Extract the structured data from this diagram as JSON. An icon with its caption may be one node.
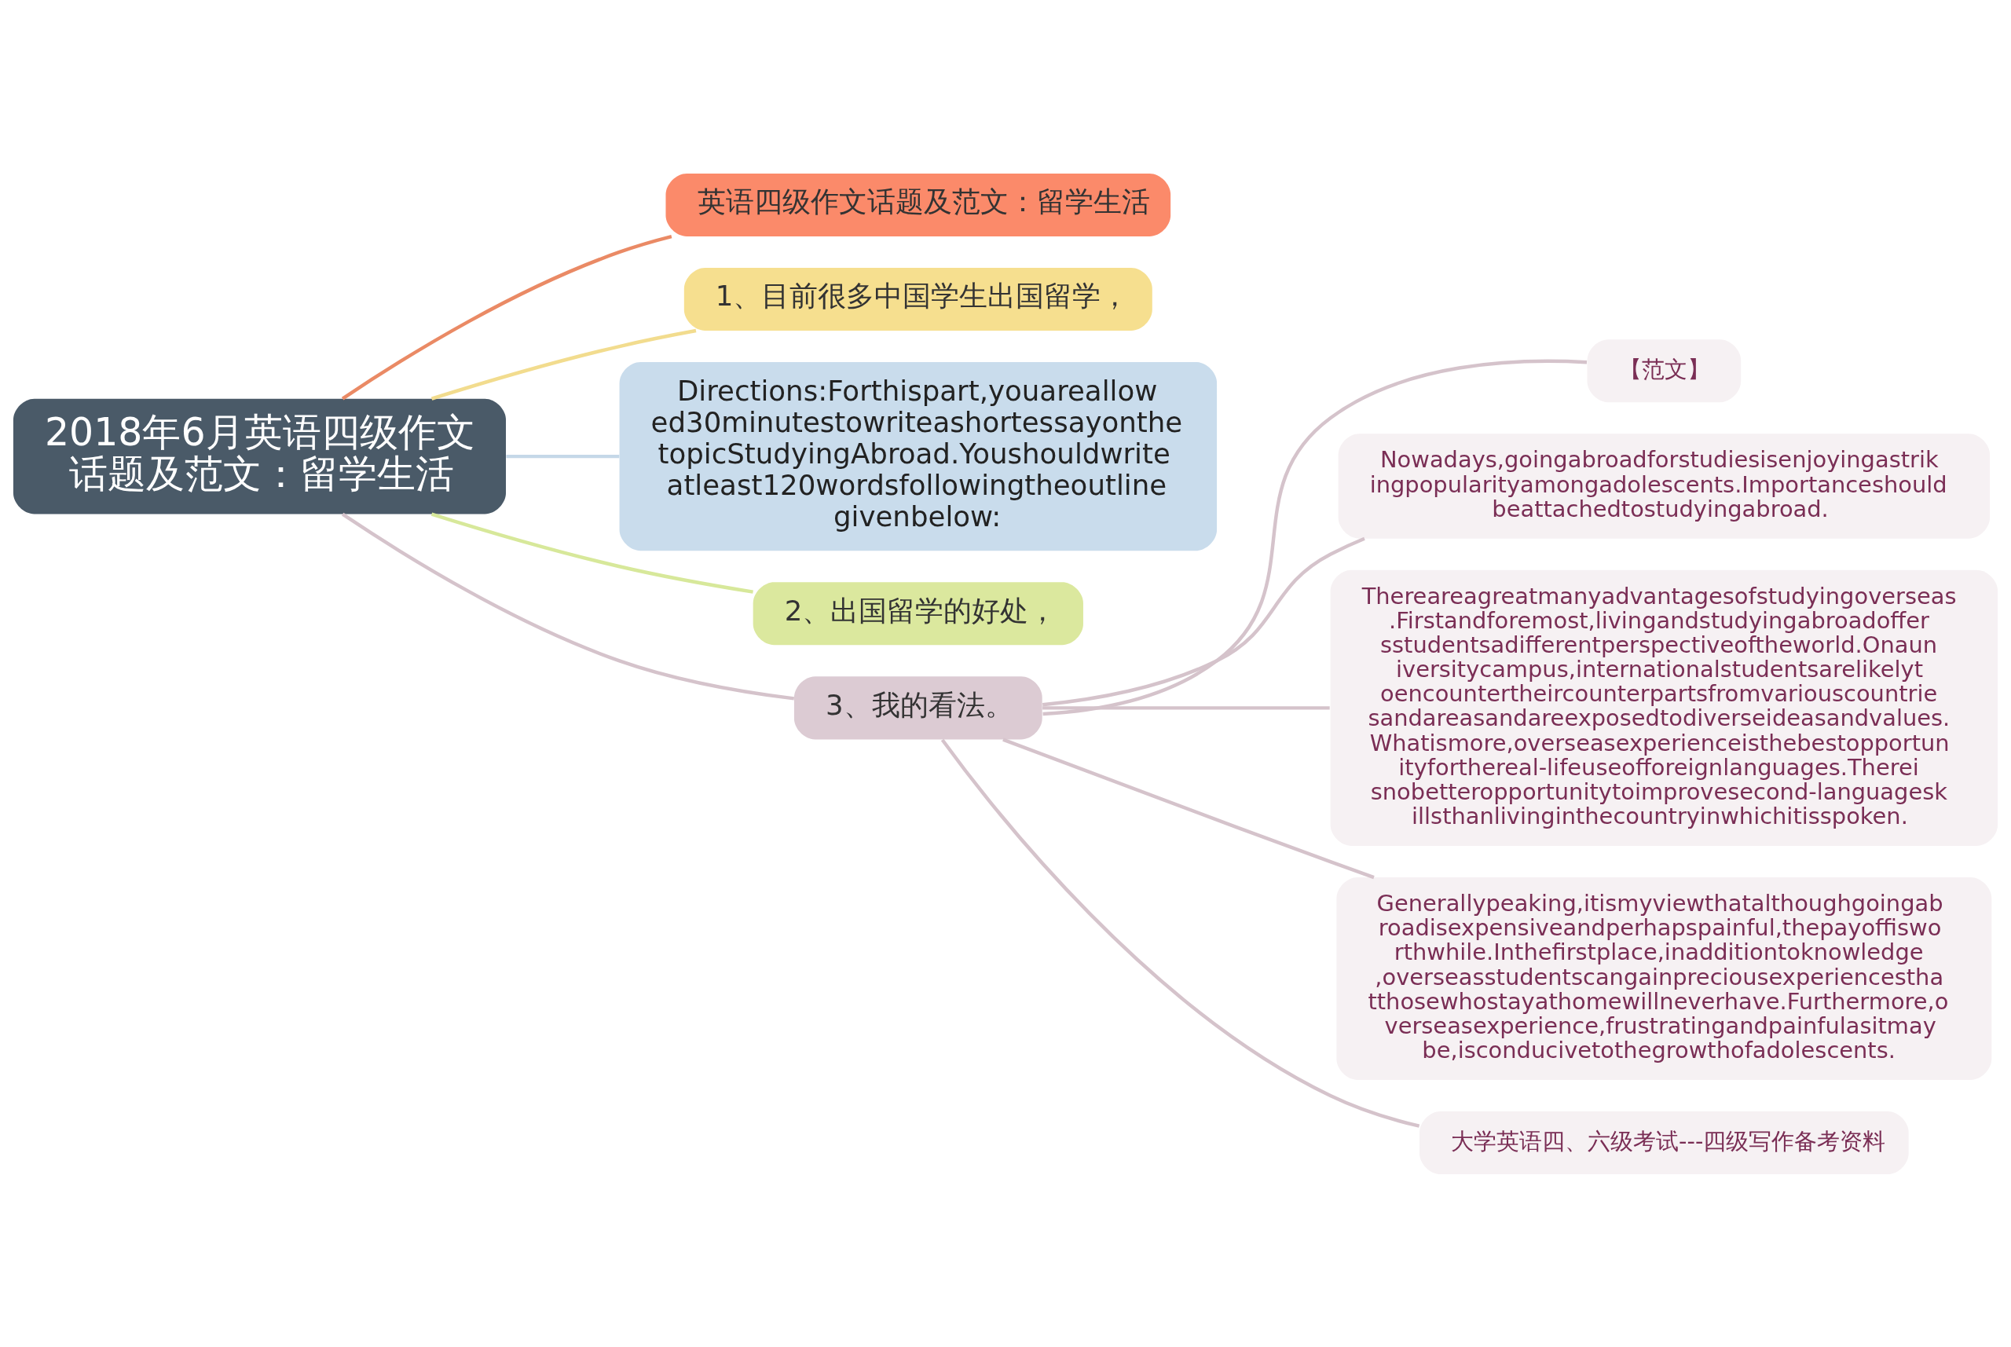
{
  "diagram": {
    "nodes": [
      {
        "text": [
          "2018年6月英语四级作文话题及范文：留学生活"
        ]
      },
      {
        "text": [
          "英语四级作文话题及范文：留学生活"
        ]
      },
      {
        "text": [
          "1、目前很多中国学生出国留学，"
        ]
      },
      {
        "text": [
          "Directions:Forthispart,youareallowed30minutestowriteashortessayonthetopicStudyingAbroad.Youshouldwriteatleast120wordsfollowingtheoutlinegivenbelow:"
        ]
      },
      {
        "text": [
          "2、出国留学的好处，"
        ]
      },
      {
        "text": [
          "3、我的看法。"
        ]
      },
      {
        "text": [
          "【范文】"
        ]
      },
      {
        "text": [
          "Nowadays,goingabroadforstudiesisenjoyingastrikingpopularityamongadolescents.Importanceshouldbeattachedtostudyingabroad."
        ]
      },
      {
        "text": [
          "Thereareagreatmanyadvantagesofstudyingoverseas.Firstandforemost,livingandstudyingabroadoffersstudentsadifferentperspectiveoftheworld.Onauniversitycampus,internationalstudentsarelikelytoencountertheircounterpartsfromvariouscountriesandareasandareexposedtodiverseideasandvalues.Whatismore,overseasexperienceisthebestopportunityforthereal-lifeuseofforeignlanguages.Thereisnobetteropportunitytoimprovesecond-languageskillsthanlivinginthecountryinwhichitisspoken."
        ]
      },
      {
        "text": [
          "Generallypeaking,itismyviewthatalthoughgoingabroadisexpensiveandperhapspainful,thepayoffisworthwhile.Inthefirstplace,inadditiontoknowledge,overseasstudentscangainpreciousexperiencesthatthosewhostayathomewillneverhave.Furthermore,overseasexperience,frustratingandpainfulasitmaybe,isconducivetothegrowthofadolescents."
        ]
      },
      {
        "text": [
          "大学英语四、六级考试---四级写作备考资料"
        ]
      }
    ],
    "edges": [
      {
        "from": 0,
        "to": 1,
        "arrow": "none",
        "color": "#ea8a65"
      },
      {
        "from": 0,
        "to": 2,
        "arrow": "none",
        "color": "#f2dc8e"
      },
      {
        "from": 0,
        "to": 3,
        "arrow": "none",
        "color": "#c5d8e8"
      },
      {
        "from": 0,
        "to": 4,
        "arrow": "none",
        "color": "#d7e89a"
      },
      {
        "from": 0,
        "to": 5,
        "arrow": "none"
      },
      {
        "from": 5,
        "to": 6,
        "arrow": "none"
      },
      {
        "from": 5,
        "to": 7,
        "arrow": "none"
      },
      {
        "from": 5,
        "to": 8,
        "arrow": "none"
      },
      {
        "from": 5,
        "to": 9,
        "arrow": "none"
      },
      {
        "from": 5,
        "to": 10,
        "arrow": "none"
      }
    ]
  }
}
